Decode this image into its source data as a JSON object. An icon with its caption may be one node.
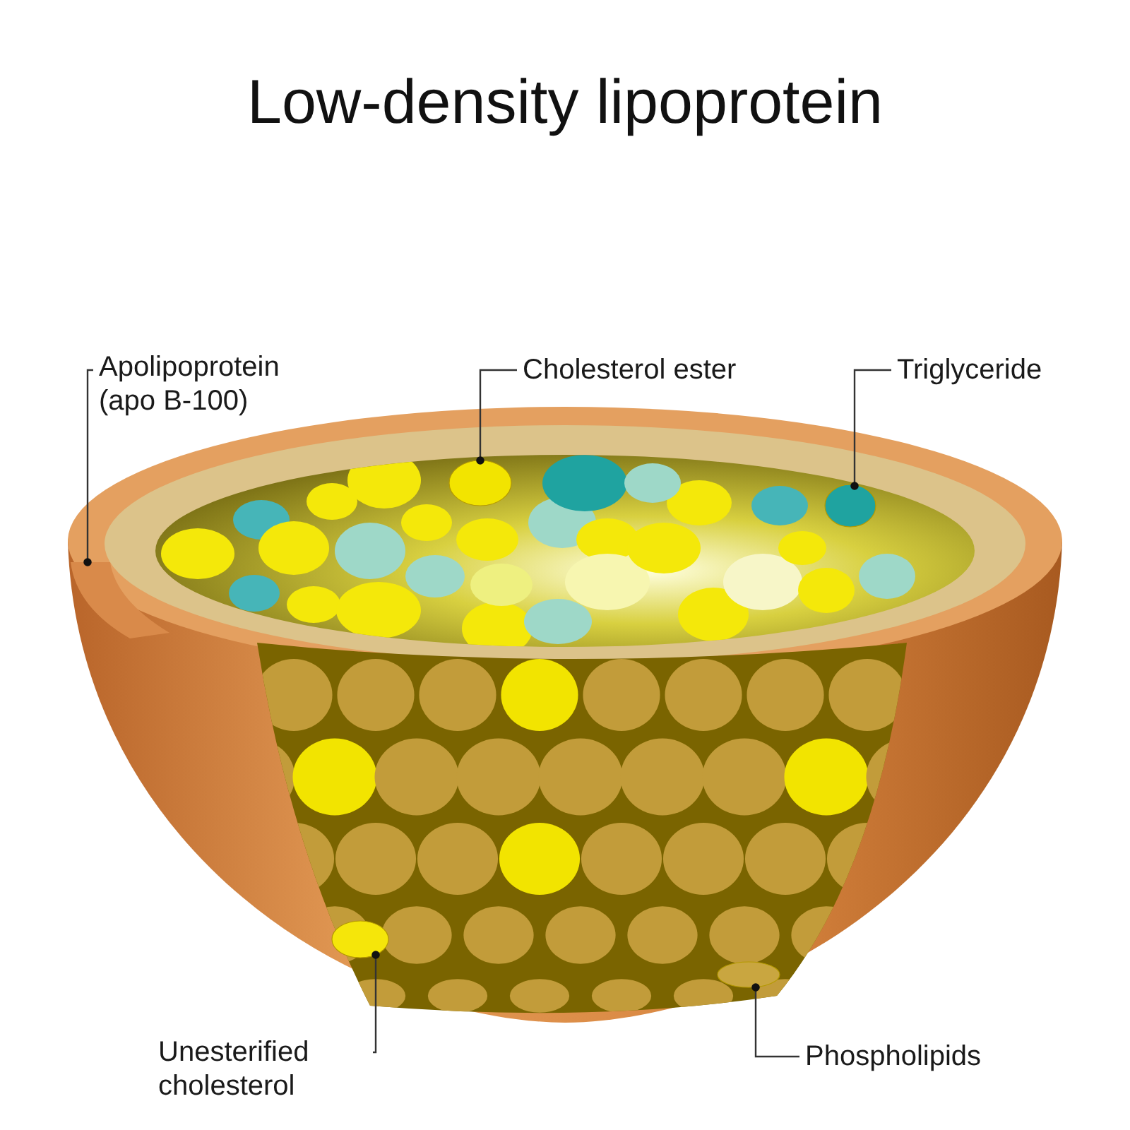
{
  "diagram": {
    "title": "Low-density lipoprotein",
    "nodes": [
      {
        "text": [
          "Apolipoprotein (apo B-100)"
        ]
      },
      {
        "text": [
          "Cholesterol ester"
        ]
      },
      {
        "text": [
          "Triglyceride"
        ]
      },
      {
        "text": [
          "Unesterified cholesterol"
        ]
      },
      {
        "text": [
          "Phospholipids"
        ]
      },
      {
        "text": [],
        "shape": "band"
      },
      {
        "text": [],
        "shape": "circle"
      },
      {
        "text": [],
        "shape": "circle"
      },
      {
        "text": [],
        "shape": "circle"
      },
      {
        "text": [],
        "shape": "circle"
      }
    ],
    "edges": [
      {
        "from": 0,
        "to": 5,
        "arrow": "other"
      },
      {
        "from": 1,
        "to": 6,
        "arrow": "other"
      },
      {
        "from": 2,
        "to": 7,
        "arrow": "other"
      },
      {
        "from": 3,
        "to": 8,
        "arrow": "other"
      },
      {
        "from": 4,
        "to": 9,
        "arrow": "other"
      }
    ]
  }
}
